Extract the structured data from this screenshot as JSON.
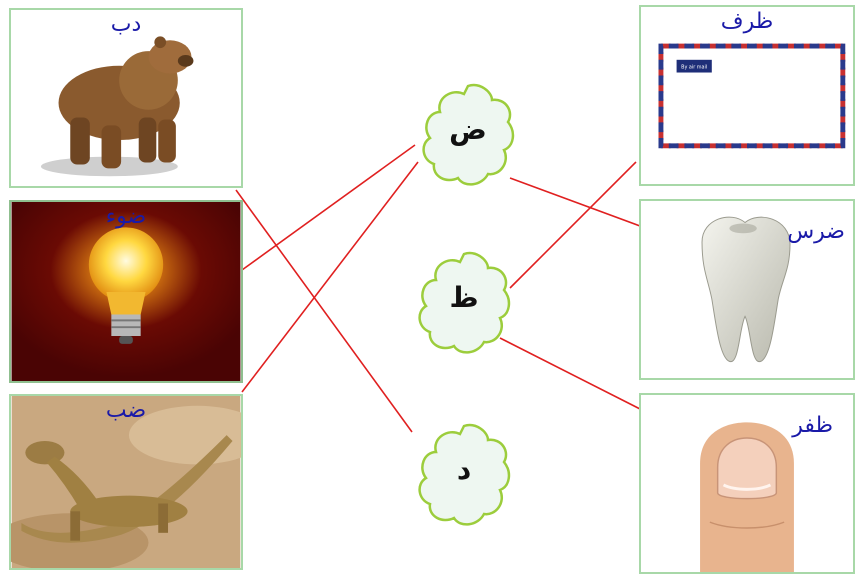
{
  "letters": [
    "ض",
    "ظ",
    "د"
  ],
  "left_words": [
    "دب",
    "ضوء",
    "ضب"
  ],
  "right_words": [
    "ظرف",
    "ضرس",
    "ظفر"
  ],
  "envelope_label": "By air mail",
  "colors": {
    "card_border": "#a8d8a8",
    "word_text": "#1a1aa8",
    "match_line": "#e02020",
    "cloud_fill": "#eef7f1",
    "cloud_stroke": "#9ccd3c"
  }
}
